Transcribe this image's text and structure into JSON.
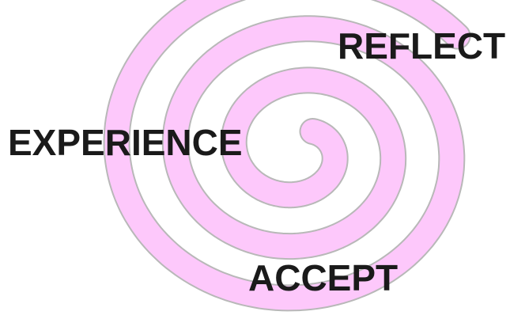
{
  "diagram": {
    "spiral": {
      "fill_color": "#fdc8fb",
      "outline_color": "#b8b8b8"
    },
    "labels": {
      "reflect": "REFLECT",
      "experience": "EXPERIENCE",
      "accept": "ACCEPT"
    },
    "text_color": "#1a1a1a"
  }
}
